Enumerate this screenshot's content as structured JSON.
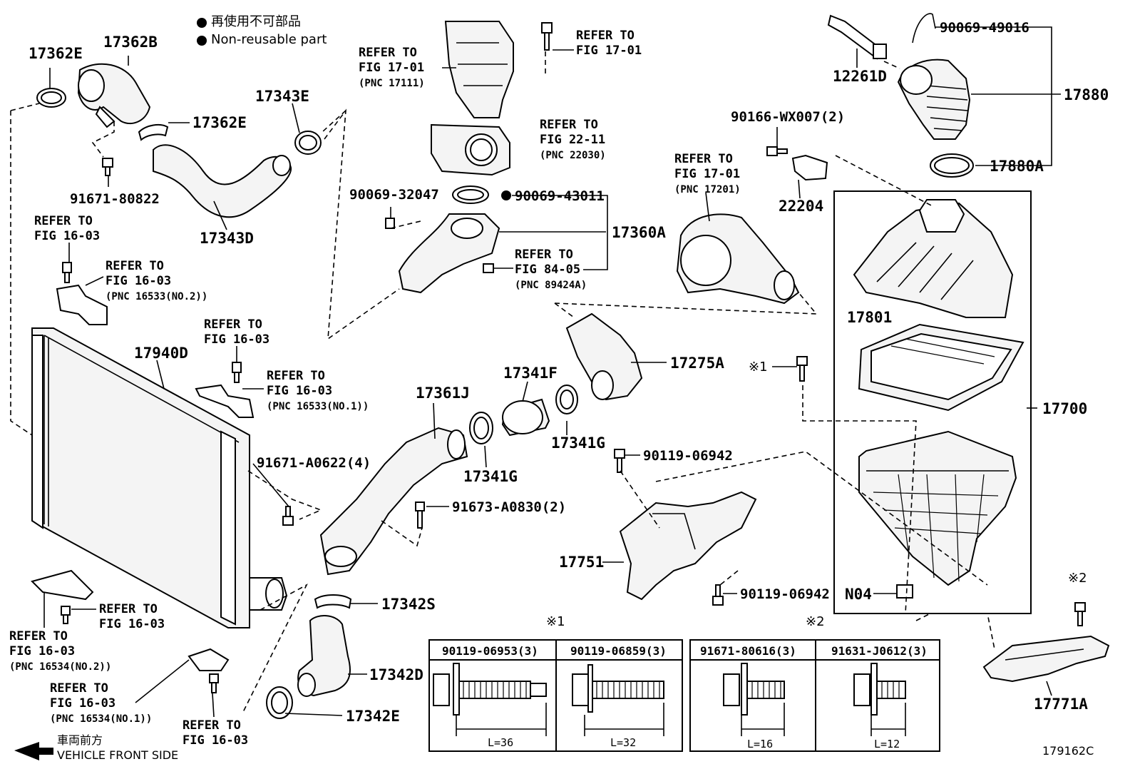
{
  "legend": {
    "dot_label_jp": "再使用不可部品",
    "dot_label_en": "Non-reusable part"
  },
  "parts": {
    "p17362E_a": "17362E",
    "p17362B": "17362B",
    "p17362E_b": "17362E",
    "p91671_80822": "91671-80822",
    "p17343E": "17343E",
    "p17343D": "17343D",
    "p90069_32047": "90069-32047",
    "p90069_43011": "90069-43011",
    "p17360A": "17360A",
    "p17940D": "17940D",
    "p91671_A0622": "91671-A0622(4)",
    "p17361J": "17361J",
    "p17341F": "17341F",
    "p17341G_a": "17341G",
    "p17341G_b": "17341G",
    "p17275A": "17275A",
    "p91673_A0830": "91673-A0830(2)",
    "p90119_06942_a": "90119-06942",
    "p90119_06942_b": "90119-06942",
    "p17751": "17751",
    "p17342S": "17342S",
    "p17342D": "17342D",
    "p17342E": "17342E",
    "p12261D": "12261D",
    "p90069_49016": "90069-49016",
    "p17880": "17880",
    "p17880A": "17880A",
    "p90166_WX007": "90166-WX007(2)",
    "p22204": "22204",
    "p17801": "17801",
    "p17700": "17700",
    "pN04": "N04",
    "p17771A": "17771A",
    "mark1": "※1",
    "mark2": "※2"
  },
  "refs": {
    "r1": {
      "l1": "REFER TO",
      "l2": "FIG 17-01",
      "pnc": "(PNC 17111)"
    },
    "r2": {
      "l1": "REFER TO",
      "l2": "FIG 17-01"
    },
    "r3": {
      "l1": "REFER TO",
      "l2": "FIG 22-11",
      "pnc": "(PNC 22030)"
    },
    "r4": {
      "l1": "REFER TO",
      "l2": "FIG 84-05",
      "pnc": "(PNC 89424A)"
    },
    "r5": {
      "l1": "REFER TO",
      "l2": "FIG 17-01",
      "pnc": "(PNC 17201)"
    },
    "r6": {
      "l1": "REFER TO",
      "l2": "FIG 16-03"
    },
    "r7": {
      "l1": "REFER TO",
      "l2": "FIG 16-03",
      "pnc": "(PNC 16533(NO.2))"
    },
    "r8": {
      "l1": "REFER TO",
      "l2": "FIG 16-03"
    },
    "r9": {
      "l1": "REFER TO",
      "l2": "FIG 16-03",
      "pnc": "(PNC 16533(NO.1))"
    },
    "r10": {
      "l1": "REFER TO",
      "l2": "FIG 16-03"
    },
    "r11": {
      "l1": "REFER TO",
      "l2": "FIG 16-03",
      "pnc": "(PNC 16534(NO.2))"
    },
    "r12": {
      "l1": "REFER TO",
      "l2": "FIG 16-03",
      "pnc": "(PNC 16534(NO.1))"
    },
    "r13": {
      "l1": "REFER TO",
      "l2": "FIG 16-03"
    }
  },
  "bolt_table_1": {
    "mark": "※1",
    "cols": [
      {
        "part": "90119-06953(3)",
        "length": "L=36"
      },
      {
        "part": "90119-06859(3)",
        "length": "L=32"
      }
    ]
  },
  "bolt_table_2": {
    "mark": "※2",
    "cols": [
      {
        "part": "91671-80616(3)",
        "length": "L=16"
      },
      {
        "part": "91631-J0612(3)",
        "length": "L=12"
      }
    ]
  },
  "footer": {
    "front_jp": "車両前方",
    "front_en": "VEHICLE FRONT SIDE",
    "figure_id": "179162C"
  }
}
